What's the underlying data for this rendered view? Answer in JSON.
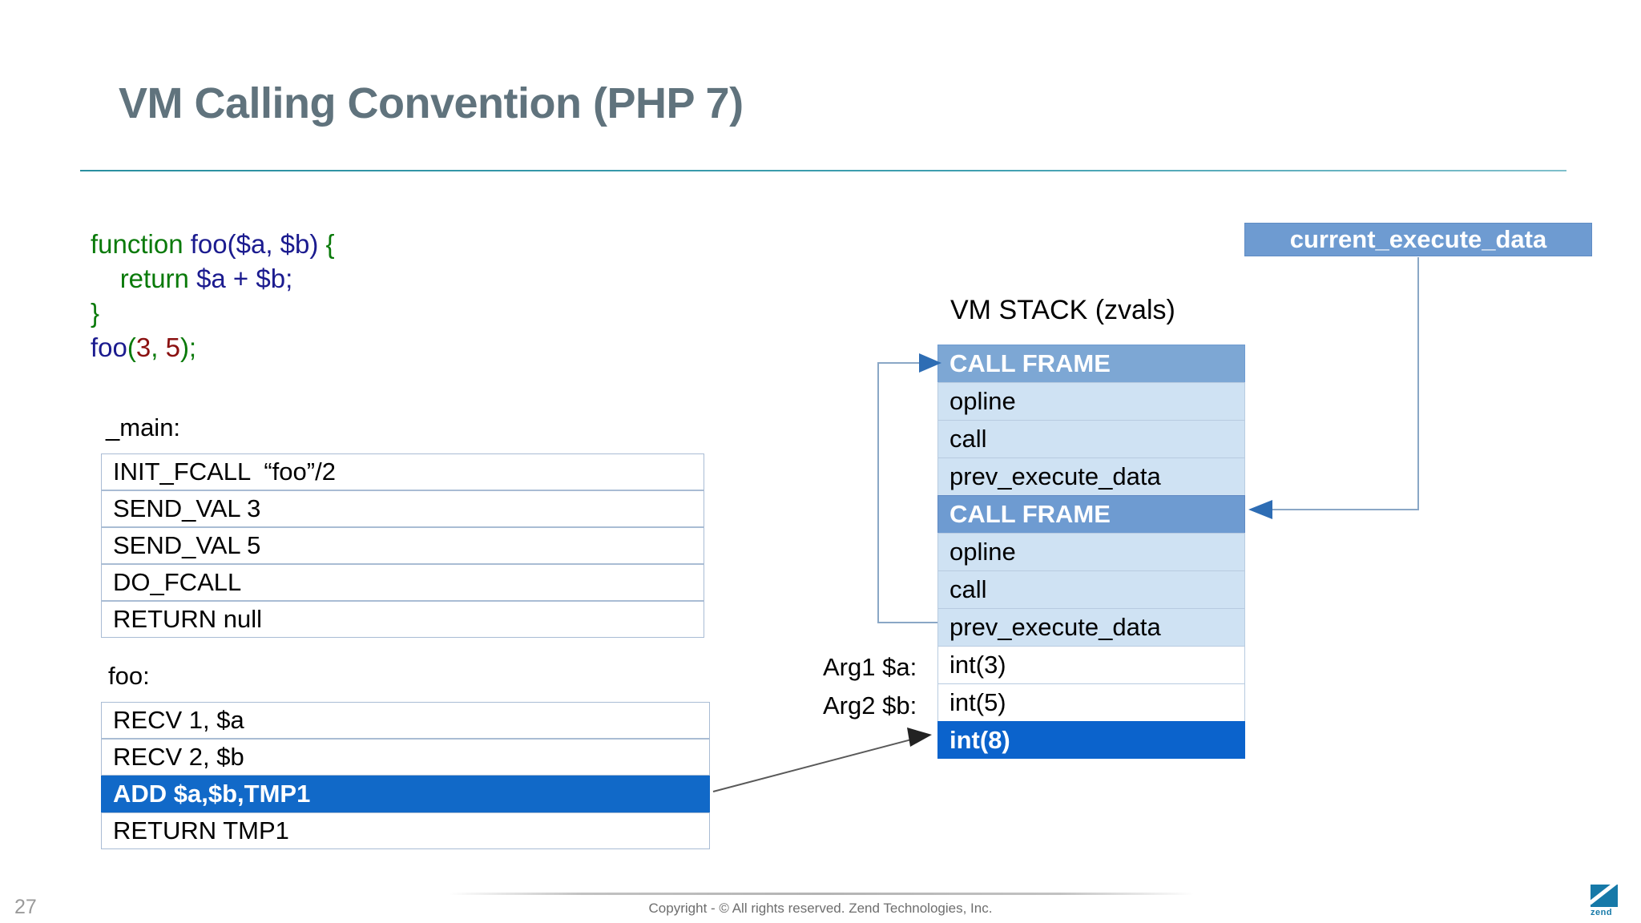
{
  "slide": {
    "title": "VM Calling Convention (PHP 7)",
    "number": "27",
    "copyright": "Copyright - © All rights reserved. Zend Technologies, Inc.",
    "logo_word": "zend"
  },
  "code": {
    "line1": {
      "kw": "function ",
      "fn": "foo",
      "params": "($a, $b)",
      "brace": " {"
    },
    "line2": {
      "indent": "    ",
      "kw": "return ",
      "expr": "$a + $b;"
    },
    "line3": {
      "brace": "}"
    },
    "line4": {
      "fn": "foo",
      "open": "(",
      "arg1": "3",
      "sep": ", ",
      "arg2": "5",
      "close": ");"
    }
  },
  "opcodes": {
    "main_label": "_main:",
    "main_rows": [
      {
        "text": "INIT_FCALL  “foo”/2",
        "highlight": false
      },
      {
        "text": "SEND_VAL 3",
        "highlight": false
      },
      {
        "text": "SEND_VAL 5",
        "highlight": false
      },
      {
        "text": "DO_FCALL",
        "highlight": false
      },
      {
        "text": "RETURN null",
        "highlight": false
      }
    ],
    "foo_label": "foo:",
    "foo_rows": [
      {
        "text": "RECV 1, $a",
        "highlight": false
      },
      {
        "text": "RECV 2, $b",
        "highlight": false
      },
      {
        "text": "ADD $a,$b,TMP1",
        "highlight": true
      },
      {
        "text": "RETURN TMP1",
        "highlight": false
      }
    ]
  },
  "vmstack": {
    "title": "VM STACK (zvals)",
    "badge": "current_execute_data",
    "rows": [
      {
        "text": "CALL FRAME",
        "style": "frame-a"
      },
      {
        "text": "opline",
        "style": "light"
      },
      {
        "text": "call",
        "style": "light"
      },
      {
        "text": "prev_execute_data",
        "style": "light"
      },
      {
        "text": "CALL FRAME",
        "style": "frame-b"
      },
      {
        "text": "opline",
        "style": "light"
      },
      {
        "text": "call",
        "style": "light"
      },
      {
        "text": "prev_execute_data",
        "style": "light"
      },
      {
        "text": "int(3)",
        "style": "white"
      },
      {
        "text": "int(5)",
        "style": "white"
      },
      {
        "text": "int(8)",
        "style": "sel"
      }
    ],
    "arg1_label": "Arg1 $a:",
    "arg2_label": "Arg2 $b:"
  },
  "colors": {
    "title": "#60737d",
    "rule": "#2a8fa0",
    "keyword": "#0a7a0a",
    "variable": "#1b1b8f",
    "number": "#8b1111",
    "highlight_blue": "#1169c8",
    "frame_blue": "#6e9bd1",
    "light_blue": "#cfe2f3",
    "selected_blue": "#0b63cc",
    "brand": "#1679a8"
  }
}
